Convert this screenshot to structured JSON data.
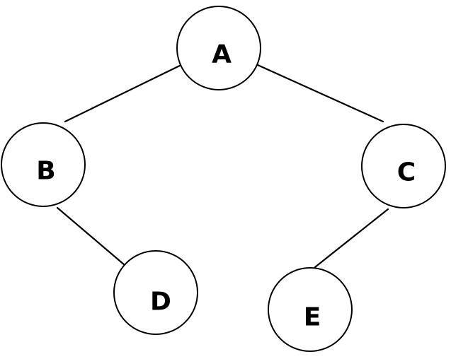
{
  "diagram": {
    "type": "binary-tree",
    "nodes": [
      {
        "id": "A",
        "label": "A"
      },
      {
        "id": "B",
        "label": "B"
      },
      {
        "id": "C",
        "label": "C"
      },
      {
        "id": "D",
        "label": "D"
      },
      {
        "id": "E",
        "label": "E"
      }
    ],
    "edges": [
      {
        "from": "A",
        "to": "B"
      },
      {
        "from": "A",
        "to": "C"
      },
      {
        "from": "B",
        "to": "D"
      },
      {
        "from": "C",
        "to": "E"
      }
    ]
  },
  "colors": {
    "stroke": "#000000",
    "fill": "#ffffff",
    "label": "#000000"
  }
}
